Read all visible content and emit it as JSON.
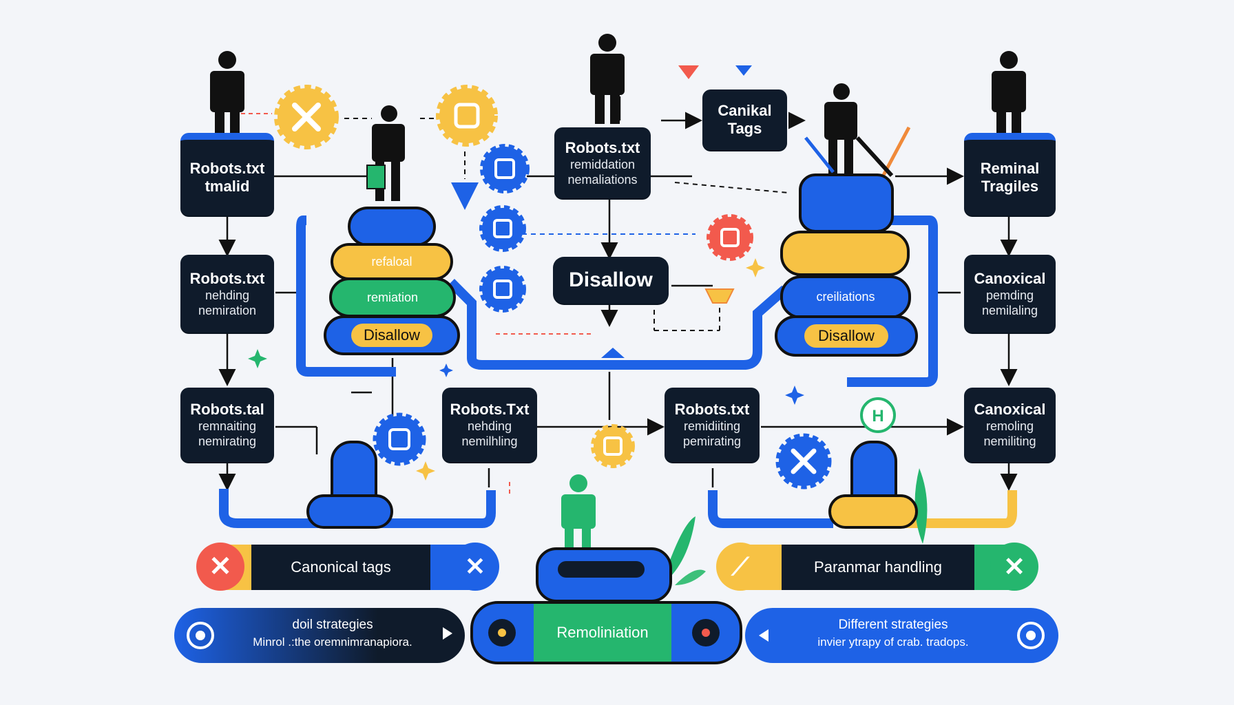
{
  "boxes": {
    "top_left": {
      "line1": "Robots.txt",
      "line2": "tmalid"
    },
    "top_center": {
      "line1": "Robots.txt",
      "line2": "remiddation",
      "line3": "nemaliations"
    },
    "canonical_tags_top": {
      "line1": "Canikal",
      "line2": "Tags"
    },
    "top_right": {
      "line1": "Reminal",
      "line2": "Tragiles"
    },
    "left_mid": {
      "line1": "Robots.txt",
      "line2": "nehding",
      "line3": "nemiration"
    },
    "disallow_center": {
      "line1": "Disallow"
    },
    "right_mid": {
      "line1": "Canoxical",
      "line2": "pemding",
      "line3": "nemilaling"
    },
    "left_low": {
      "line1": "Robots.tal",
      "line2": "remnaiting",
      "line3": "nemirating"
    },
    "center_left_low": {
      "line1": "Robots.Txt",
      "line2": "nehding",
      "line3": "nemilhling"
    },
    "center_right_low": {
      "line1": "Robots.txt",
      "line2": "remidiiting",
      "line3": "pemirating"
    },
    "right_low": {
      "line1": "Canoxical",
      "line2": "remoling",
      "line3": "nemiliting"
    }
  },
  "stacks": {
    "left": {
      "top": "refaloal",
      "middle": "remiation",
      "bottom": "Disallow"
    },
    "right": {
      "middle": "creiliations",
      "bottom": "Disallow"
    }
  },
  "bottom_bars": {
    "canonical": {
      "label": "Canonical tags"
    },
    "parameter": {
      "label": "Paranmar handling"
    },
    "left_strategy": {
      "line1": "doil strategies",
      "line2": "Minrol .:the oremnimranapiora."
    },
    "center": {
      "label": "Remoliniation"
    },
    "right_strategy": {
      "line1": "Different strategies",
      "line2": "invier ytrapy of crab. tradops."
    }
  },
  "badges": {
    "h_badge": "H"
  },
  "colors": {
    "navy": "#0f1b2b",
    "blue": "#1e62e6",
    "yellow": "#f7c244",
    "green": "#25b66e",
    "red": "#f25a4d",
    "orange": "#f08a3a"
  }
}
